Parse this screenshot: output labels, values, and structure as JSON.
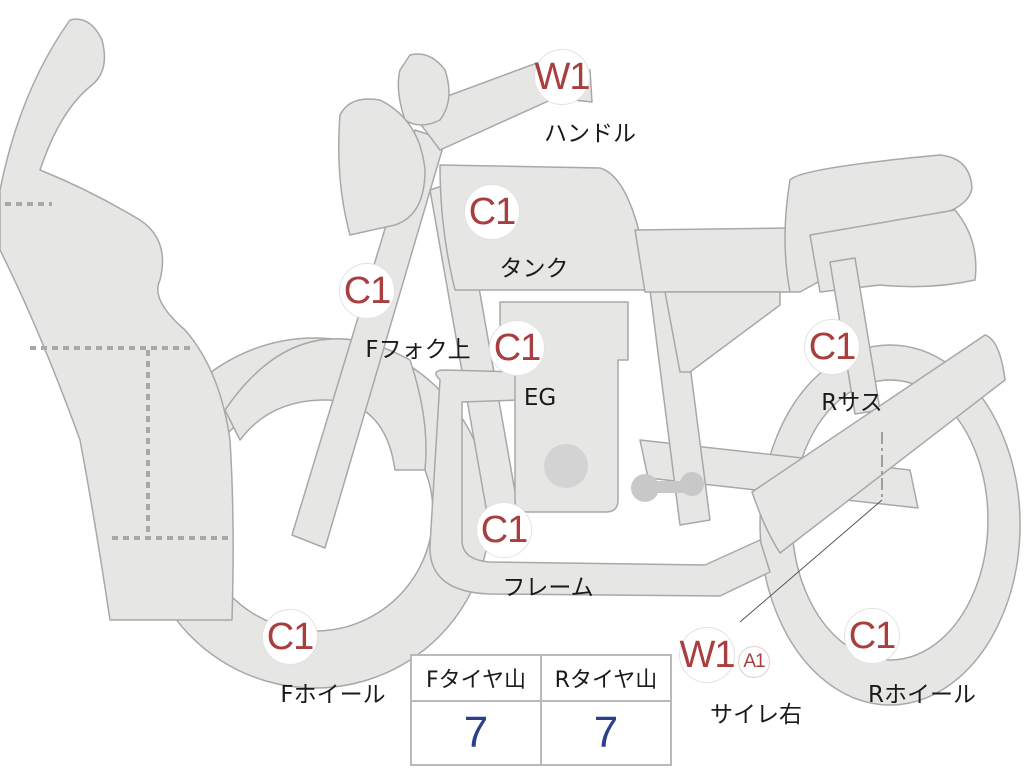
{
  "colors": {
    "body_fill": "#e6e6e4",
    "body_stroke": "#a8a8a8",
    "code_red": "#a83e3e",
    "value_blue": "#2c3f8c"
  },
  "markers": {
    "handle": {
      "code": "W1",
      "label": "ハンドル"
    },
    "tank": {
      "code": "C1",
      "label": "タンク"
    },
    "ffork": {
      "code": "C1",
      "label": "Fフォク上"
    },
    "engine": {
      "code": "C1",
      "label": "EG"
    },
    "rsus": {
      "code": "C1",
      "label": "Rサス"
    },
    "frame": {
      "code": "C1",
      "label": "フレーム"
    },
    "fwheel": {
      "code": "C1",
      "label": "Fホイール"
    },
    "muffler": {
      "code": "W1",
      "sub_code": "A1",
      "label": "サイレ右"
    },
    "rwheel": {
      "code": "C1",
      "label": "Rホイール"
    }
  },
  "tire_table": {
    "front_header": "Fタイヤ山",
    "rear_header": "Rタイヤ山",
    "front_value": "7",
    "rear_value": "7"
  }
}
